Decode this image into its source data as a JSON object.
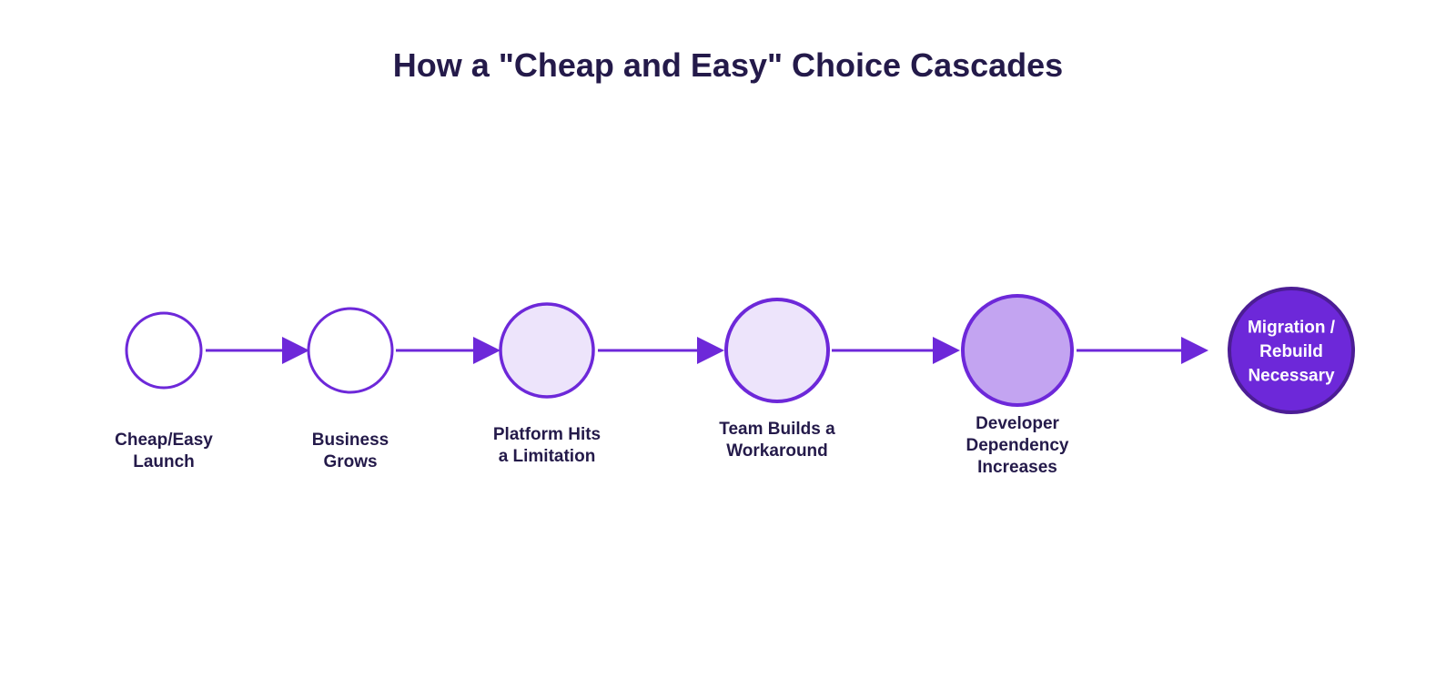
{
  "title": "How a \"Cheap and Easy\" Choice Cascades",
  "colors": {
    "title": "#241a4a",
    "accent": "#6d28d9",
    "label": "#241a4a",
    "arrow": "#6d28d9"
  },
  "steps": [
    {
      "id": "cheap-easy-launch",
      "lines": [
        "Cheap/Easy",
        "Launch"
      ],
      "fill": "#ffffff",
      "stroke": "#6d28d9",
      "label_inside": false
    },
    {
      "id": "business-grows",
      "lines": [
        "Business",
        "Grows"
      ],
      "fill": "#ffffff",
      "stroke": "#6d28d9",
      "label_inside": false
    },
    {
      "id": "platform-hits-a-limitation",
      "lines": [
        "Platform Hits",
        "a Limitation"
      ],
      "fill": "#ede4fb",
      "stroke": "#6d28d9",
      "label_inside": false
    },
    {
      "id": "team-builds-a-workaround",
      "lines": [
        "Team Builds a",
        "Workaround"
      ],
      "fill": "#ede4fb",
      "stroke": "#6d28d9",
      "label_inside": false
    },
    {
      "id": "developer-dependency-increases",
      "lines": [
        "Developer",
        "Dependency",
        "Increases"
      ],
      "fill": "#c3a4f1",
      "stroke": "#6d28d9",
      "label_inside": false
    },
    {
      "id": "migration-rebuild-necessary",
      "lines": [
        "Migration /",
        "Rebuild",
        "Necessary"
      ],
      "fill": "#6d28d9",
      "stroke": "#4c1d95",
      "label_inside": true
    }
  ]
}
